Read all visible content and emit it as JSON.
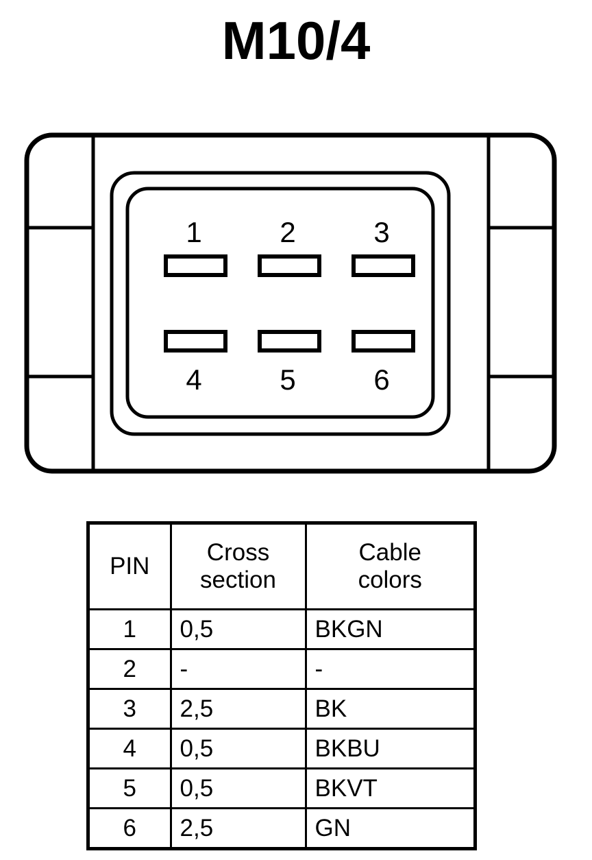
{
  "page": {
    "title": "M10/4",
    "background_color": "#ffffff",
    "line_color": "#000000"
  },
  "connector": {
    "name": "connector-pinout-diagram",
    "shell": {
      "label": "connector-outer-shell",
      "side_tabs": [
        "left-latch-tab",
        "right-latch-tab"
      ]
    },
    "pins": [
      {
        "number": "1",
        "row": "top",
        "column": 1
      },
      {
        "number": "2",
        "row": "top",
        "column": 2
      },
      {
        "number": "3",
        "row": "top",
        "column": 3
      },
      {
        "number": "4",
        "row": "bottom",
        "column": 1
      },
      {
        "number": "5",
        "row": "bottom",
        "column": 2
      },
      {
        "number": "6",
        "row": "bottom",
        "column": 3
      }
    ]
  },
  "pin_table": {
    "headers": {
      "pin": [
        "PIN"
      ],
      "cross_section": [
        "Cross",
        "section"
      ],
      "cable_colors": [
        "Cable",
        "colors"
      ]
    },
    "rows": [
      {
        "pin": "1",
        "cross_section": "0,5",
        "cable_colors": "BKGN"
      },
      {
        "pin": "2",
        "cross_section": "-",
        "cable_colors": "-"
      },
      {
        "pin": "3",
        "cross_section": "2,5",
        "cable_colors": "BK"
      },
      {
        "pin": "4",
        "cross_section": "0,5",
        "cable_colors": "BKBU"
      },
      {
        "pin": "5",
        "cross_section": "0,5",
        "cable_colors": "BKVT"
      },
      {
        "pin": "6",
        "cross_section": "2,5",
        "cable_colors": "GN"
      }
    ]
  }
}
